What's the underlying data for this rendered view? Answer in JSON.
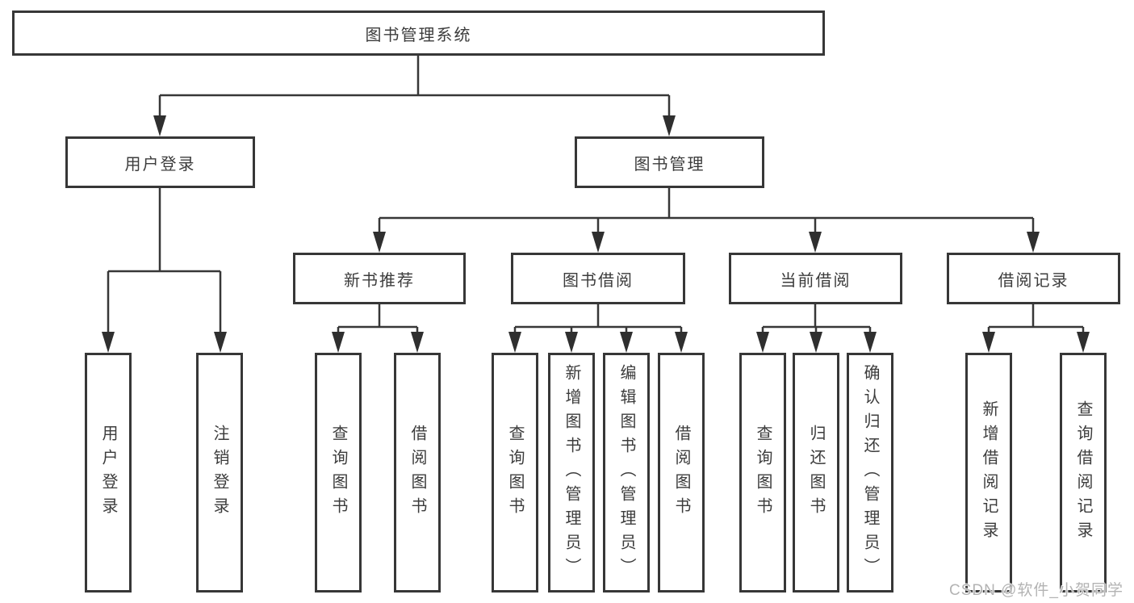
{
  "root_label": "图书管理系统",
  "level2": [
    {
      "label": "用户登录"
    },
    {
      "label": "图书管理"
    }
  ],
  "level3": [
    {
      "label": "新书推荐",
      "parent": "图书管理"
    },
    {
      "label": "图书借阅",
      "parent": "图书管理"
    },
    {
      "label": "当前借阅",
      "parent": "图书管理"
    },
    {
      "label": "借阅记录",
      "parent": "图书管理"
    }
  ],
  "leaves": [
    {
      "label": "用户登录",
      "parent": "用户登录"
    },
    {
      "label": "注销登录",
      "parent": "用户登录"
    },
    {
      "label": "查询图书",
      "parent": "新书推荐"
    },
    {
      "label": "借阅图书",
      "parent": "新书推荐"
    },
    {
      "label": "查询图书",
      "parent": "图书借阅"
    },
    {
      "label": "新增图书（管理员）",
      "parent": "图书借阅"
    },
    {
      "label": "编辑图书（管理员）",
      "parent": "图书借阅"
    },
    {
      "label": "借阅图书",
      "parent": "图书借阅"
    },
    {
      "label": "查询图书",
      "parent": "当前借阅"
    },
    {
      "label": "归还图书",
      "parent": "当前借阅"
    },
    {
      "label": "确认归还（管理员）",
      "parent": "当前借阅"
    },
    {
      "label": "新增借阅记录",
      "parent": "借阅记录"
    },
    {
      "label": "查询借阅记录",
      "parent": "借阅记录"
    }
  ],
  "watermark": "CSDN @软件_小贺同学",
  "colors": {
    "line": "#373737",
    "text": "#3c3c3c",
    "watermark": "#b3b3b3",
    "background": "#ffffff"
  }
}
